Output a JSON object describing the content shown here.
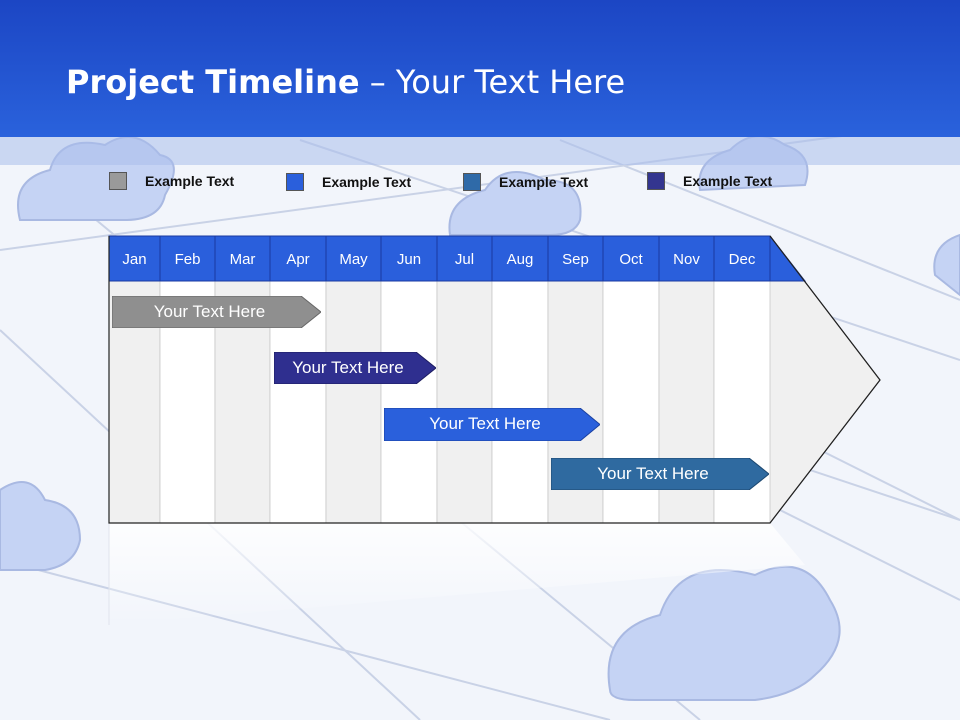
{
  "slide": {
    "title_bold": "Project Timeline",
    "title_rest": " – Your Text Here"
  },
  "legend": [
    {
      "label": "Example Text",
      "color": "#9a9a9a"
    },
    {
      "label": "Example Text",
      "color": "#2a5fdc"
    },
    {
      "label": "Example Text",
      "color": "#2f6aa8"
    },
    {
      "label": "Example Text",
      "color": "#33358f"
    }
  ],
  "months": [
    "Jan",
    "Feb",
    "Mar",
    "Apr",
    "May",
    "Jun",
    "Jul",
    "Aug",
    "Sep",
    "Oct",
    "Nov",
    "Dec"
  ],
  "tasks": [
    {
      "label": "Your  Text Here",
      "color": "#8f8f8f"
    },
    {
      "label": "Your  Text Here",
      "color": "#2f2f8f"
    },
    {
      "label": "Your  Text Here",
      "color": "#2a60dc"
    },
    {
      "label": "Your  Text Here",
      "color": "#2f6aa0"
    }
  ],
  "colors": {
    "header": "#2459d6",
    "month_bar": "#2a5fdc",
    "column_shade": "#f0f0f0",
    "column_plain": "#ffffff"
  }
}
